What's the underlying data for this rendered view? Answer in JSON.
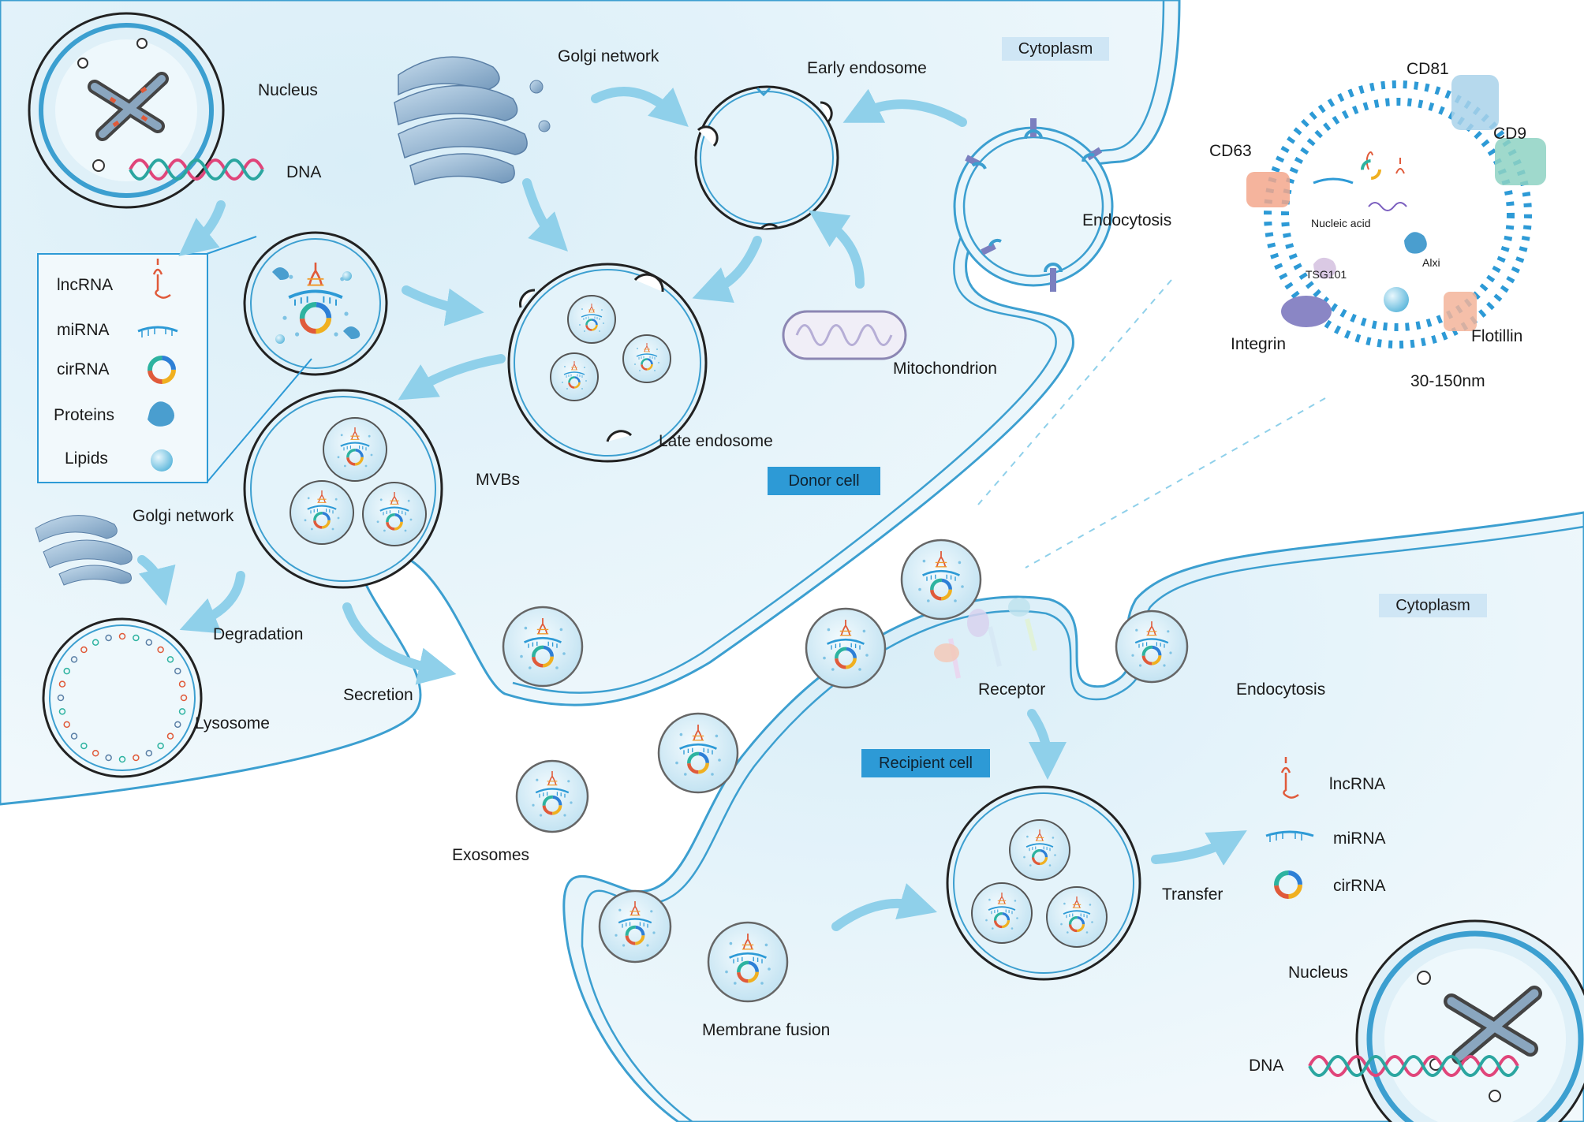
{
  "labels": {
    "nucleus_top": "Nucleus",
    "dna_top": "DNA",
    "golgi_top": "Golgi network",
    "early_endosome": "Early endosome",
    "endocytosis_top": "Endocytosis",
    "late_endosome": "Late endosome",
    "mitochondrion": "Mitochondrion",
    "mvbs": "MVBs",
    "golgi_left": "Golgi network",
    "degradation": "Degradation",
    "lysosome": "Lysosome",
    "secretion": "Secretion",
    "exosomes": "Exosomes",
    "receptor": "Receptor",
    "endocytosis_bottom": "Endocytosis",
    "membrane_fusion": "Membrane fusion",
    "transfer": "Transfer",
    "nucleus_bottom": "Nucleus",
    "dna_bottom": "DNA"
  },
  "tags": {
    "cytoplasm_top": "Cytoplasm",
    "cytoplasm_bottom": "Cytoplasm",
    "donor_cell": "Donor cell",
    "recipient_cell": "Recipient cell"
  },
  "legend_cargo": [
    "lncRNA",
    "miRNA",
    "cirRNA",
    "Proteins",
    "Lipids"
  ],
  "legend_transfer": [
    "lncRNA",
    "miRNA",
    "cirRNA"
  ],
  "exosome_detail": {
    "cd81": "CD81",
    "cd9": "CD9",
    "cd63": "CD63",
    "integrin": "Integrin",
    "flotillin": "Flotillin",
    "size": "30-150nm",
    "nucleic_acid": "Nucleic acid",
    "tsg101": "TSG101",
    "alxi": "Alxi"
  },
  "colors": {
    "membrane": "#3c9fd0",
    "cell_fill": "#e6f4fa",
    "arrow": "#7ec8e6",
    "vesicle_fill": "#d4ecf6",
    "rna_red": "#e05a3a",
    "mirna_blue": "#2d9ad6"
  }
}
